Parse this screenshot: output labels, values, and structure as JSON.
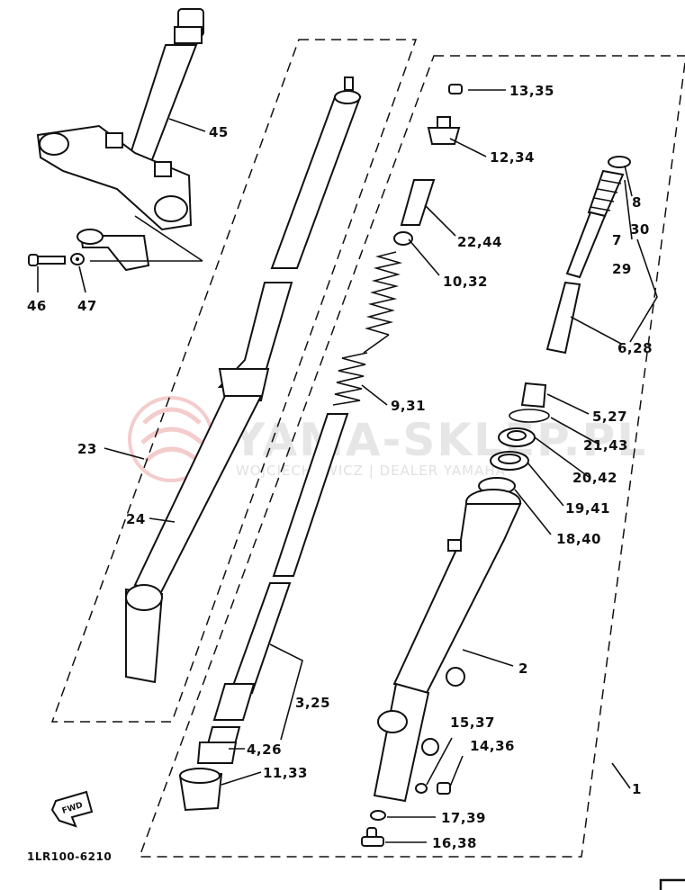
{
  "diagram": {
    "image_code": "1LR100-6210",
    "fwd_label": "FWD",
    "watermark": {
      "brand": "YAMA-SKLEP.PL",
      "subtitle": "WOJCIECHOWICZ | DEALER YAMAHA"
    },
    "callouts": [
      {
        "id": "c45",
        "text": "45"
      },
      {
        "id": "c46",
        "text": "46"
      },
      {
        "id": "c47",
        "text": "47"
      },
      {
        "id": "c23",
        "text": "23"
      },
      {
        "id": "c24",
        "text": "24"
      },
      {
        "id": "c13_35",
        "text": "13,35"
      },
      {
        "id": "c12_34",
        "text": "12,34"
      },
      {
        "id": "c22_44",
        "text": "22,44"
      },
      {
        "id": "c10_32",
        "text": "10,32"
      },
      {
        "id": "c9_31",
        "text": "9,31"
      },
      {
        "id": "c8",
        "text": "8"
      },
      {
        "id": "c30",
        "text": "30"
      },
      {
        "id": "c7",
        "text": "7"
      },
      {
        "id": "c29",
        "text": "29"
      },
      {
        "id": "c6_28",
        "text": "6,28"
      },
      {
        "id": "c5_27",
        "text": "5,27"
      },
      {
        "id": "c21_43",
        "text": "21,43"
      },
      {
        "id": "c20_42",
        "text": "20,42"
      },
      {
        "id": "c19_41",
        "text": "19,41"
      },
      {
        "id": "c18_40",
        "text": "18,40"
      },
      {
        "id": "c2",
        "text": "2"
      },
      {
        "id": "c3_25",
        "text": "3,25"
      },
      {
        "id": "c4_26",
        "text": "4,26"
      },
      {
        "id": "c11_33",
        "text": "11,33"
      },
      {
        "id": "c15_37",
        "text": "15,37"
      },
      {
        "id": "c14_36",
        "text": "14,36"
      },
      {
        "id": "c1",
        "text": "1"
      },
      {
        "id": "c17_39",
        "text": "17,39"
      },
      {
        "id": "c16_38",
        "text": "16,38"
      }
    ]
  }
}
